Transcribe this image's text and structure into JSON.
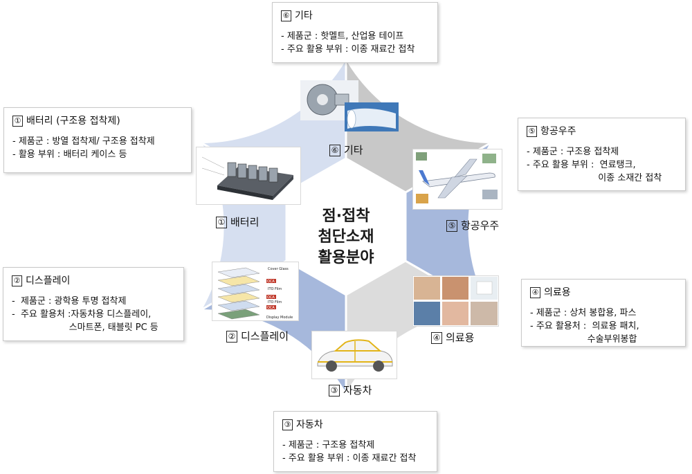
{
  "center_title": [
    "점·접착",
    "첨단소재",
    "활용분야"
  ],
  "colors": {
    "gray": "#dcdcdc",
    "light": "#d6dff0",
    "blue": "#a6b8dc",
    "darkgray": "#c8c8c8"
  },
  "segments": [
    {
      "num": "①",
      "label": "배터리",
      "color": "light"
    },
    {
      "num": "②",
      "label": "디스플레이",
      "color": "blue"
    },
    {
      "num": "③",
      "label": "자동차",
      "color": "gray"
    },
    {
      "num": "④",
      "label": "의료용",
      "color": "blue"
    },
    {
      "num": "⑤",
      "label": "항공우주",
      "color": "darkgray"
    },
    {
      "num": "⑥",
      "label": "기타",
      "color": "light"
    }
  ],
  "callouts": {
    "battery": {
      "num": "①",
      "title": "배터리 (구조용 접착제)",
      "lines": [
        "- 제품군 : 방열 접착제/ 구조용 접착제",
        "- 활용 부위 : 배터리 케이스 등"
      ]
    },
    "display": {
      "num": "②",
      "title": "디스플레이",
      "lines": [
        "-  제품군 : 광학용 투명 접착제",
        "-  주요 활용처 :자동차용 디스플레이,",
        "                    스마트폰, 태블릿 PC 등"
      ]
    },
    "auto": {
      "num": "③",
      "title": "자동차",
      "lines": [
        "- 제품군 : 구조용 접착제",
        "- 주요 활용 부위 : 이종 재료간 접착"
      ]
    },
    "medical": {
      "num": "④",
      "title": "의료용",
      "lines": [
        "- 제품군 : 상처 봉합용, 파스",
        "- 주요 활용처 :  의료용 패치,",
        "                    수술부위봉합"
      ]
    },
    "aero": {
      "num": "⑤",
      "title": "항공우주",
      "lines": [
        "- 제품군 : 구조용 접착제",
        "- 주요 활용 부위 :  연료탱크,",
        "                         이종 소재간 접착"
      ]
    },
    "etc": {
      "num": "⑥",
      "title": "기타",
      "lines": [
        "- 제품군 : 핫멜트, 산업용 테이프",
        "- 주요 활용 부위 : 이종 재료간 접착"
      ]
    }
  },
  "display_module_labels": [
    "Cover Glass",
    "OCA",
    "ITO Film",
    "OCA",
    "ITO Film",
    "OCA",
    "Display Module"
  ]
}
